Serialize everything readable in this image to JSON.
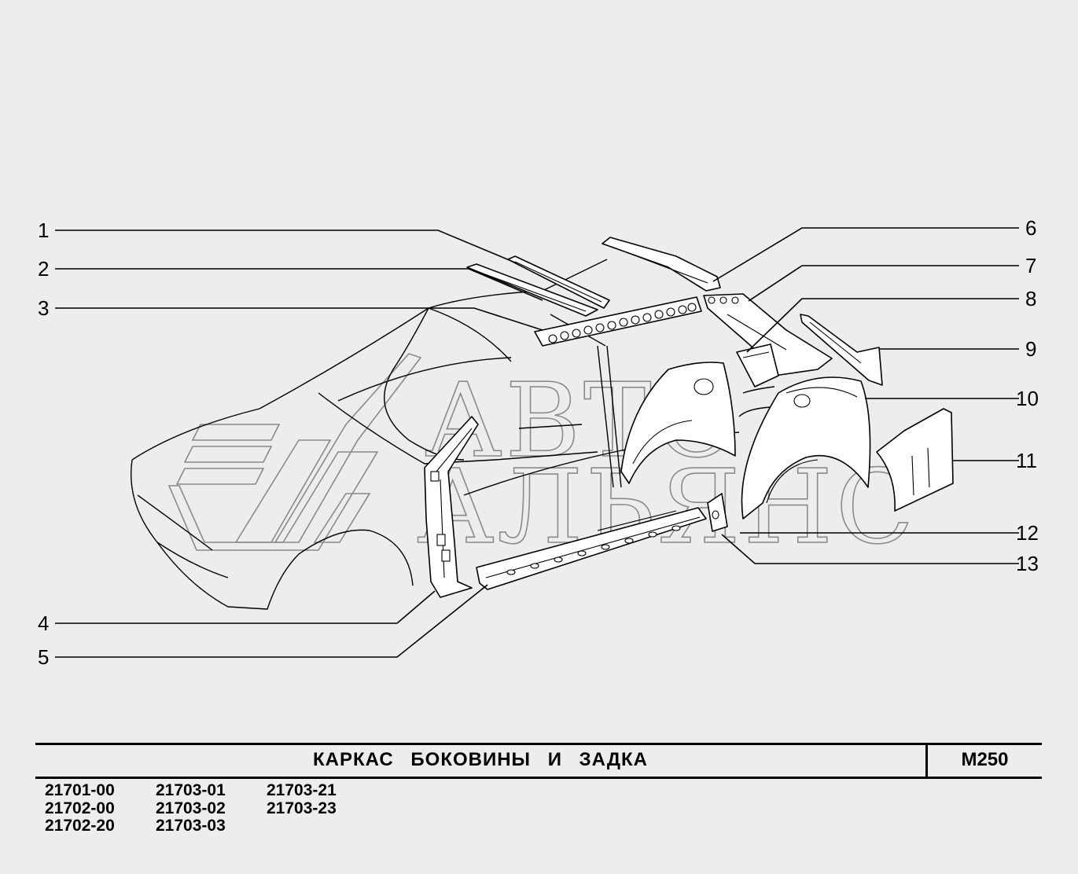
{
  "title_block": {
    "title": "КАРКАС   БОКОВИНЫ   И   ЗАДКА",
    "code": "М250"
  },
  "model_codes": [
    "21701-00",
    "21703-01",
    "21703-21",
    "21702-00",
    "21703-02",
    "21703-23",
    "21702-20",
    "21703-03",
    ""
  ],
  "callouts": {
    "c1": "1",
    "c2": "2",
    "c3": "3",
    "c4": "4",
    "c5": "5",
    "c6": "6",
    "c7": "7",
    "c8": "8",
    "c9": "9",
    "c10": "10",
    "c11": "11",
    "c12": "12",
    "c13": "13"
  },
  "watermark": {
    "line1": "АВТО",
    "line2": "АЛЬЯНС"
  }
}
